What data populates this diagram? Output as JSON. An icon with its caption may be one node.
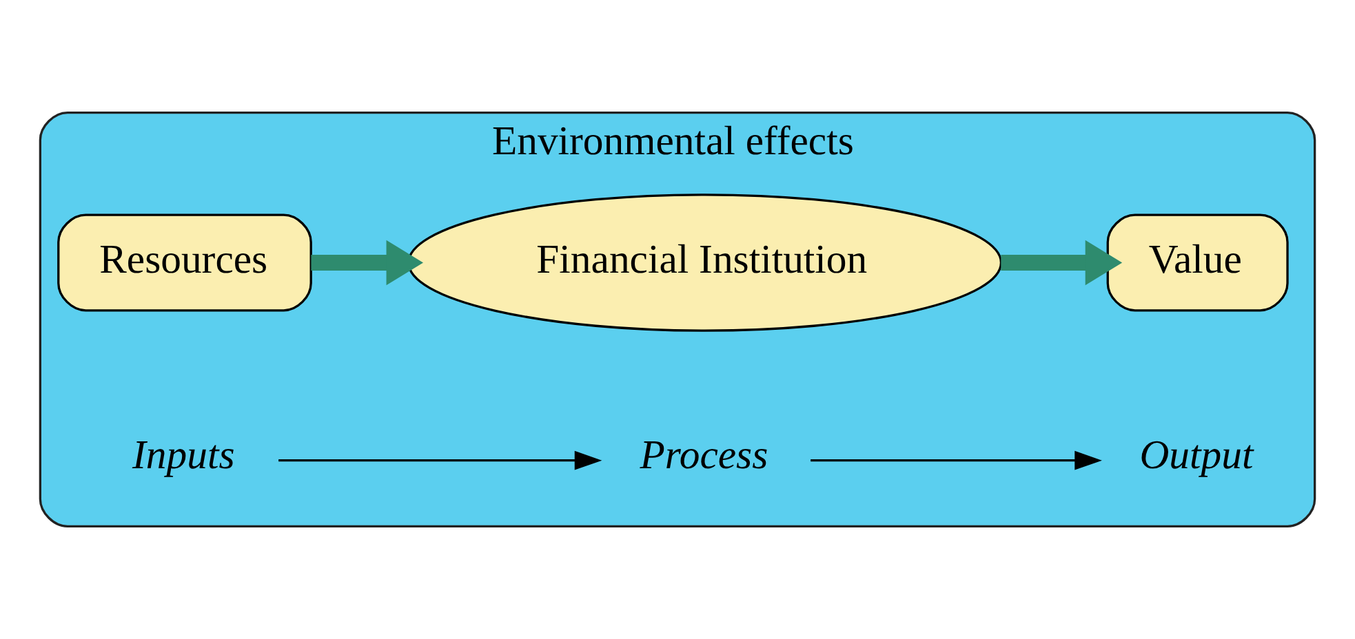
{
  "diagram": {
    "nodes": [
      {
        "text": [
          "Environmental effects"
        ]
      },
      {
        "text": [
          "Resources"
        ],
        "in": 0
      },
      {
        "text": [
          "Financial Institution"
        ],
        "in": 0
      },
      {
        "text": [
          "Value"
        ],
        "in": 0
      },
      {
        "text": [
          "Inputs"
        ],
        "in": 0
      },
      {
        "text": [
          "Process"
        ],
        "in": 0
      },
      {
        "text": [
          "Output"
        ],
        "in": 0
      }
    ],
    "edges": [
      {
        "from": 1,
        "to": 2,
        "arrow": "to",
        "style": "thick",
        "color": "#2e8b6e"
      },
      {
        "from": 2,
        "to": 3,
        "arrow": "to",
        "style": "thick",
        "color": "#2e8b6e"
      },
      {
        "from": 4,
        "to": 5,
        "arrow": "to",
        "color": "#000000"
      },
      {
        "from": 5,
        "to": 6,
        "arrow": "to",
        "color": "#000000"
      }
    ]
  }
}
